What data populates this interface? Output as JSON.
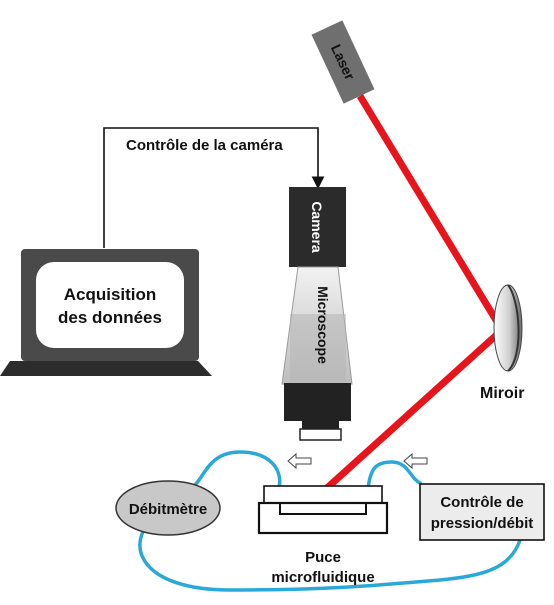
{
  "labels": {
    "camera_control": "Contrôle de la caméra",
    "laser": "Laser",
    "camera": "Camera",
    "microscope": "Microscope",
    "acquisition_line1": "Acquisition",
    "acquisition_line2": "des données",
    "mirror": "Miroir",
    "flowmeter": "Débitmètre",
    "pressure_line1": "Contrôle de",
    "pressure_line2": "pression/débit",
    "chip_line1": "Puce",
    "chip_line2": "microfluidique"
  },
  "colors": {
    "laser_beam": "#e8141c",
    "tubing": "#2aa9d9",
    "laser_body": "#6f6f6f",
    "camera_body": "#2b2b2b",
    "laptop_body": "#4a4a4a",
    "flowmeter_fill": "#c8c8c8",
    "pressure_fill": "#ececec"
  }
}
